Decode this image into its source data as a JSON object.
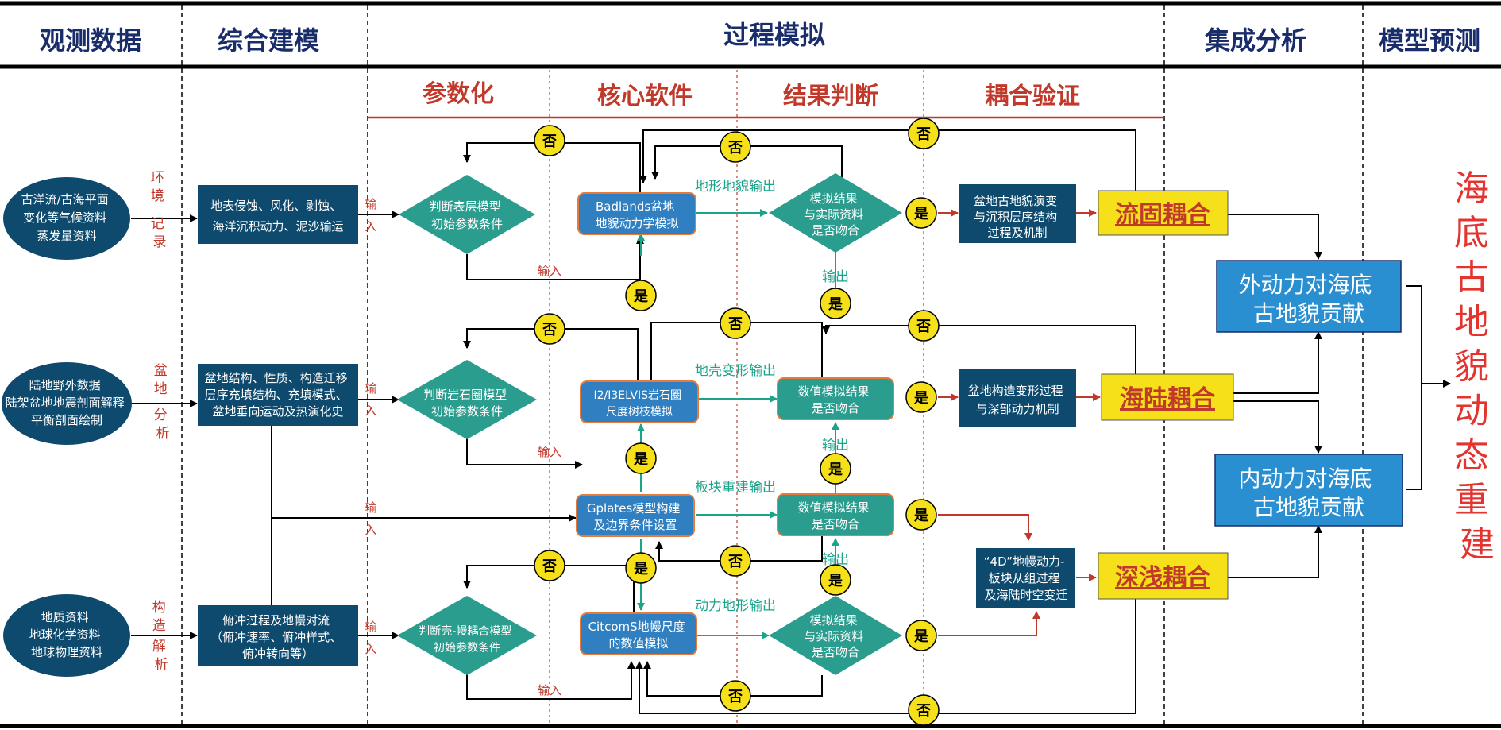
{
  "colors": {
    "navy": "#1a2d6b",
    "red": "#c0392b",
    "darkBlue": "#0d4a6e",
    "teal": "#2a9d8f",
    "boxBlue": "#2f7fc1",
    "lightBlue": "#2a8fd1",
    "yellow": "#f5e01a",
    "green": "#1aa48a"
  },
  "headers": {
    "observation": "观测数据",
    "modeling": "综合建模",
    "process": "过程模拟",
    "integration": "集成分析",
    "prediction": "模型预测"
  },
  "subheaders": {
    "param": "参数化",
    "core": "核心软件",
    "judge": "结果判断",
    "coupling": "耦合验证"
  },
  "observations": {
    "o1": [
      "古洋流/古海平面",
      "变化等气候资料",
      "蒸发量资料"
    ],
    "o2": [
      "陆地野外数据",
      "陆架盆地地震剖面解释",
      "平衡剖面绘制"
    ],
    "o3": [
      "地质资料",
      "地球化学资料",
      "地球物理资料"
    ]
  },
  "records": {
    "r1": [
      "环",
      "境",
      "记",
      "录"
    ],
    "r2": [
      "盆",
      "地",
      "分",
      "析"
    ],
    "r3": [
      "构",
      "造",
      "解",
      "析"
    ]
  },
  "modelingBoxes": {
    "m1": [
      "地表侵蚀、风化、剥蚀、",
      "海洋沉积动力、泥沙输运"
    ],
    "m2": [
      "盆地结构、性质、构造迁移",
      "层序充填结构、充填模式、",
      "盆地垂向运动及热演化史"
    ],
    "m3": [
      "俯冲过程及地幔对流",
      "（俯冲速率、俯冲样式、",
      "俯冲转向等）"
    ]
  },
  "inputLabel": [
    "输",
    "入"
  ],
  "inputText": "输入",
  "paramDiamonds": {
    "d1": [
      "判断表层模型",
      "初始参数条件"
    ],
    "d2": [
      "判断岩石圈模型",
      "初始参数条件"
    ],
    "d3": [
      "判断壳-幔耦合模型",
      "初始参数条件"
    ]
  },
  "coreBoxes": {
    "c1": [
      "Badlands盆地",
      "地貌动力学模拟"
    ],
    "c2": [
      "I2/I3ELVIS岩石圈",
      "尺度树枝模拟"
    ],
    "c3": [
      "Gplates模型构建",
      "及边界条件设置"
    ],
    "c4": [
      "CitcomS地幔尺度",
      "的数值模拟"
    ]
  },
  "outputs": {
    "o1": "地形地貌输出",
    "o2": "地壳变形输出",
    "o3": "板块重建输出",
    "o4": "动力地形输出",
    "generic": "输出"
  },
  "judgeShapes": {
    "j1": [
      "模拟结果",
      "与实际资料",
      "是否吻合"
    ],
    "j2": [
      "数值模拟结果",
      "是否吻合"
    ],
    "j3": [
      "数值模拟结果",
      "是否吻合"
    ],
    "j4": [
      "模拟结果",
      "与实际资料",
      "是否吻合"
    ]
  },
  "yesLabel": "是",
  "noLabel": "否",
  "resultBoxes": {
    "r1": [
      "盆地古地貌演变",
      "与沉积层序结构",
      "过程及机制"
    ],
    "r2": [
      "盆地构造变形过程",
      "与深部动力机制"
    ],
    "r3": [
      "“4D”地幔动力-",
      "板块从组过程",
      "及海陆时空变迁"
    ]
  },
  "couplings": {
    "c1": "流固耦合",
    "c2": "海陆耦合",
    "c3": "深浅耦合"
  },
  "contributions": {
    "external": [
      "外动力对海底",
      "古地貌贡献"
    ],
    "internal": [
      "内动力对海底",
      "古地貌贡献"
    ]
  },
  "finalTitle": [
    "海",
    "底",
    "古",
    "地",
    "貌",
    "动",
    "态",
    "重",
    "建"
  ]
}
